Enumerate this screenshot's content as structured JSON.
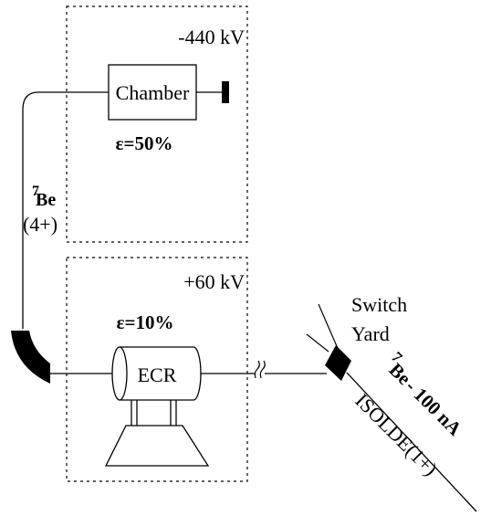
{
  "top_box": {
    "voltage": "-440 kV"
  },
  "chamber": {
    "label": "Chamber",
    "efficiency": "ε=50%"
  },
  "beam_left": {
    "isotope_mass": "7",
    "isotope_symbol": "Be",
    "charge": "(4+)"
  },
  "bottom_box": {
    "voltage": "+60 kV"
  },
  "ecr": {
    "label": "ECR",
    "efficiency": "ε=10%"
  },
  "switch_yard": {
    "line1": "Switch",
    "line2": "Yard"
  },
  "beam_right": {
    "isotope_mass": "7",
    "isotope_symbol": "Be",
    "current": "- 100 nA",
    "source": "ISOLDE(1+)"
  },
  "colors": {
    "line": "#000000",
    "background": "#ffffff"
  }
}
